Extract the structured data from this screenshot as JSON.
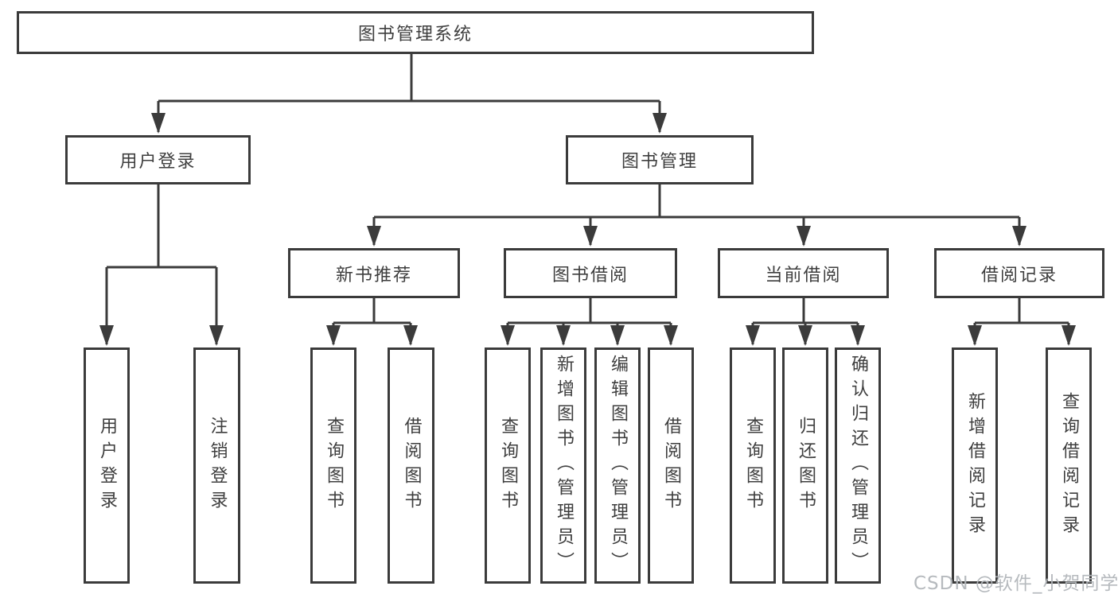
{
  "colors": {
    "line": "#3b3b3b",
    "box_border": "#3b3b3b",
    "text": "#3e3e3e",
    "watermark": "#b5b9bd",
    "background": "#ffffff"
  },
  "tree": {
    "root": {
      "label": "图书管理系统"
    },
    "level2": [
      {
        "label": "用户登录",
        "leaves": [
          "用户登录",
          "注销登录"
        ]
      },
      {
        "label": "图书管理",
        "groups": [
          {
            "label": "新书推荐",
            "leaves": [
              "查询图书",
              "借阅图书"
            ]
          },
          {
            "label": "图书借阅",
            "leaves": [
              "查询图书",
              "新增图书（管理员）",
              "编辑图书（管理员）",
              "借阅图书"
            ]
          },
          {
            "label": "当前借阅",
            "leaves": [
              "查询图书",
              "归还图书",
              "确认归还（管理员）"
            ]
          },
          {
            "label": "借阅记录",
            "leaves": [
              "新增借阅记录",
              "查询借阅记录"
            ]
          }
        ]
      }
    ]
  },
  "watermark": {
    "text": "CSDN @软件_小贺同学"
  }
}
